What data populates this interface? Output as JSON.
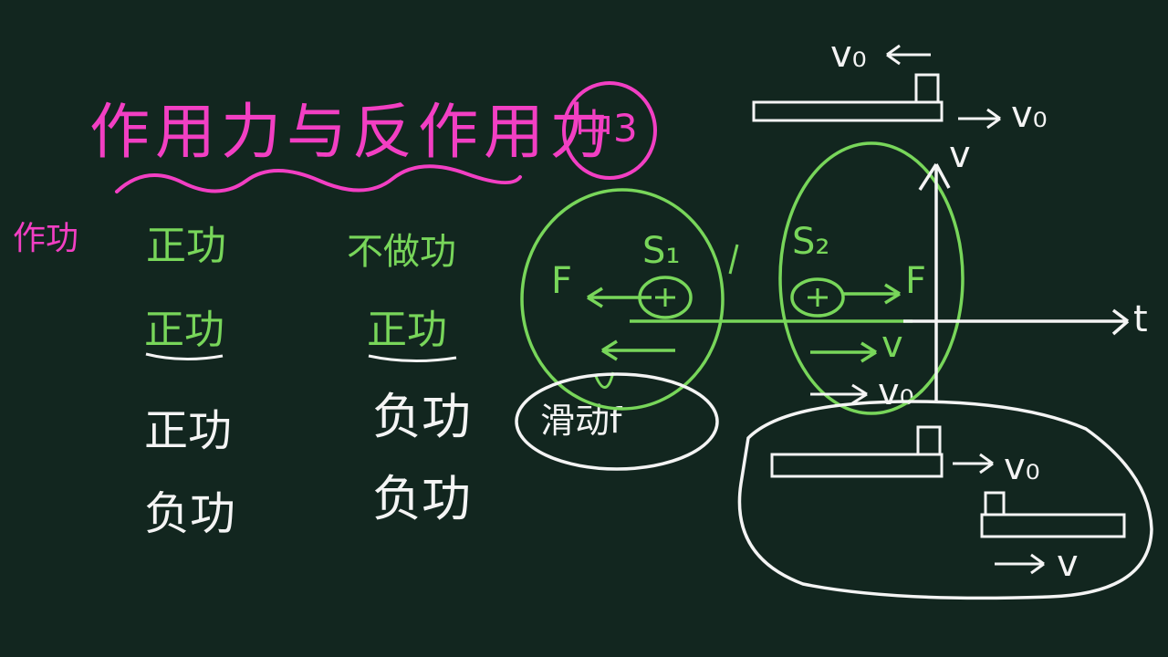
{
  "title": "作用力与反作用力",
  "title_circle": "中3",
  "left_label": "作功",
  "table": {
    "col1": [
      "正功",
      "正功",
      "正功",
      "负功"
    ],
    "col2": [
      "不做功",
      "正功",
      "负功",
      "负功"
    ]
  },
  "diagram": {
    "F_left": "F",
    "s1": "S₁",
    "s2": "S₂",
    "F_right": "F",
    "slide_friction": "滑动f",
    "v_axis": "v",
    "t_axis": "t",
    "v_green": "v",
    "v0_green": "v₀",
    "v0_top_left": "v₀",
    "v0_top_right": "v₀",
    "v0_mid": "v₀",
    "v_bottom": "v"
  },
  "colors": {
    "background": "#12261f",
    "pink": "#f23fc3",
    "green": "#78d65a",
    "white": "#f4f4f4"
  }
}
